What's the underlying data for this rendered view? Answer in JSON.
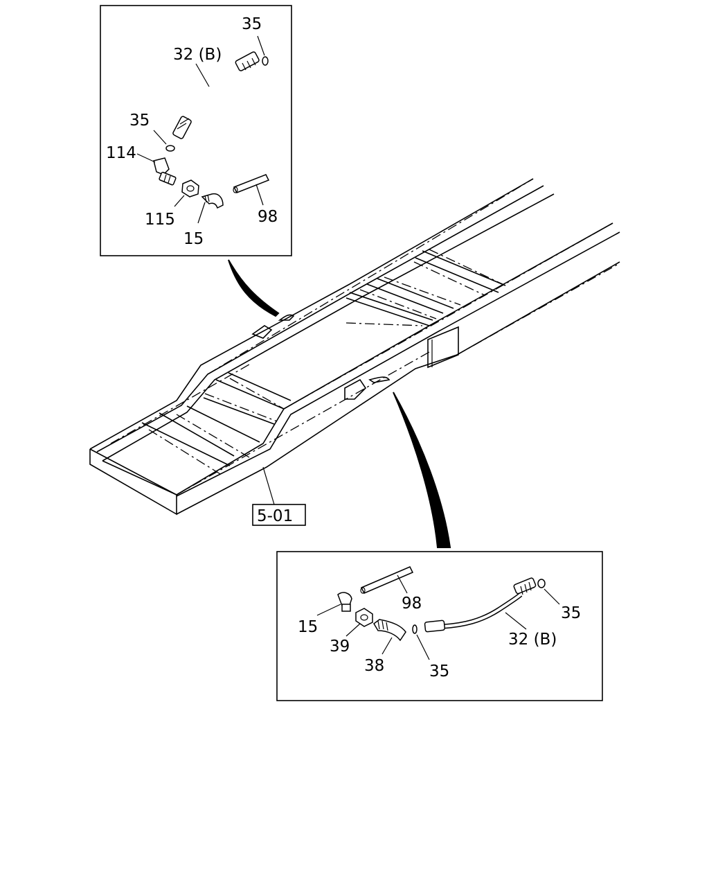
{
  "callouts": {
    "upper": {
      "c35_top": "35",
      "c32b": "32 (B)",
      "c35_mid": "35",
      "c114": "114",
      "c115": "115",
      "c15": "15",
      "c98": "98"
    },
    "lower": {
      "c98": "98",
      "c15": "15",
      "c39": "39",
      "c38": "38",
      "c35_mid": "35",
      "c32b": "32 (B)",
      "c35_right": "35"
    },
    "frame_ref": "5-01"
  }
}
